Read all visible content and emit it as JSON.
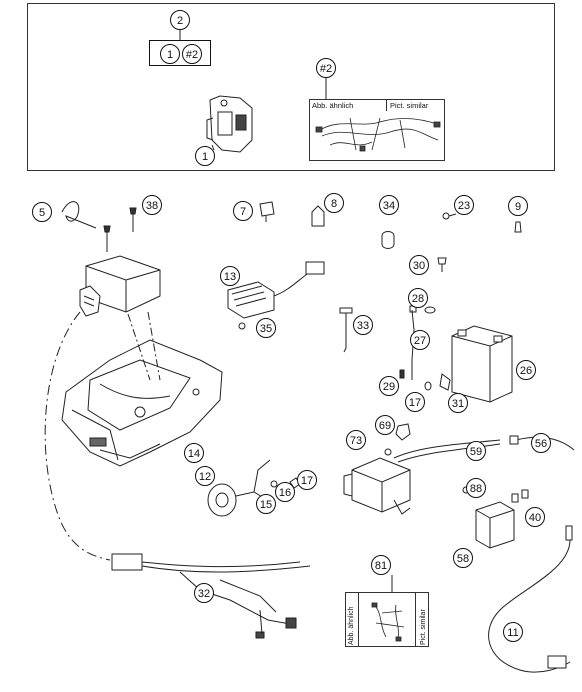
{
  "diagram": {
    "top_group": {
      "set_callout": "2",
      "set_contents": [
        "1",
        "#2"
      ],
      "harness_callout": "#2",
      "bracket_callout": "1",
      "note_left": "Abb. ähnlich",
      "note_right": "Pict. similar"
    },
    "callouts": [
      "5",
      "38",
      "7",
      "8",
      "34",
      "23",
      "9",
      "13",
      "35",
      "30",
      "28",
      "33",
      "27",
      "26",
      "29",
      "17",
      "31",
      "69",
      "73",
      "59",
      "56",
      "14",
      "12",
      "16",
      "17",
      "15",
      "88",
      "40",
      "58",
      "81",
      "32",
      "11"
    ],
    "bottom_note": {
      "callout": "81",
      "left": "Abb. ähnlich",
      "right": "Pict. similar"
    }
  }
}
